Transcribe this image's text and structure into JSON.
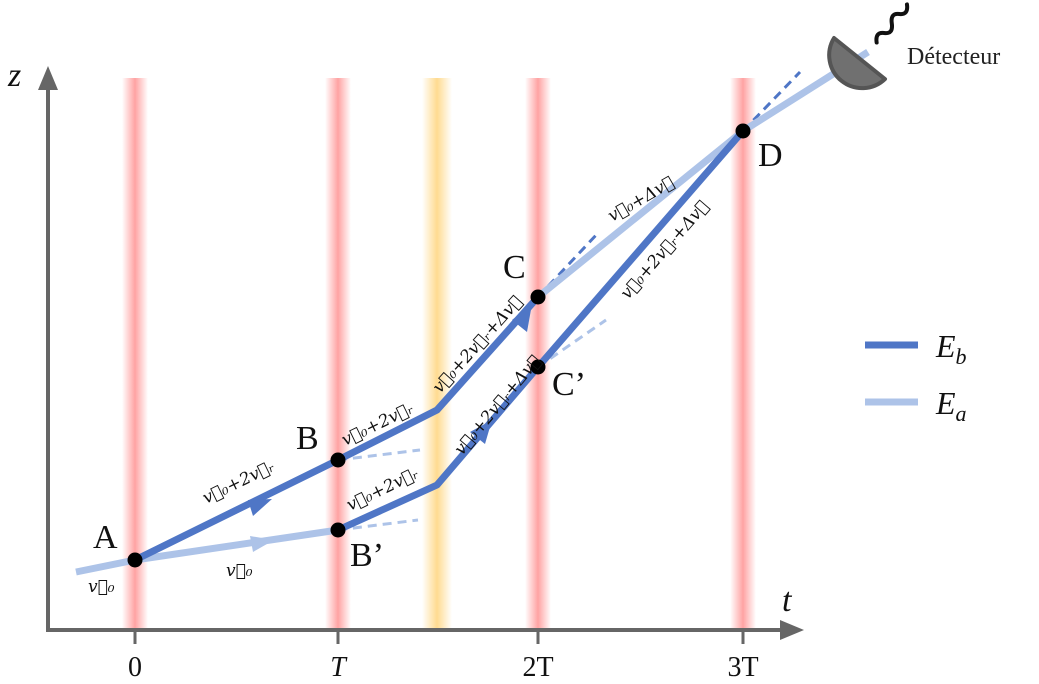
{
  "axes": {
    "y_name": "z",
    "x_name": "t",
    "ticks": [
      "0",
      "T",
      "2T",
      "3T"
    ]
  },
  "points": {
    "A": "A",
    "B": "B",
    "B_prime": "B’",
    "C": "C",
    "C_prime": "C’",
    "D": "D"
  },
  "velocities": {
    "v0_left": "v⃗₀",
    "v0_lower": "v⃗₀",
    "v0_2vr_AB": "v⃗₀+2v⃗ᵣ",
    "v0_2vr_B": "v⃗₀+2v⃗ᵣ",
    "v0_2vr_Bp": "v⃗₀+2v⃗ᵣ",
    "v0_2vr_dv_upper": "v⃗₀+2v⃗ᵣ+Δv⃗",
    "v0_2vr_dv_lower": "v⃗₀+2v⃗ᵣ+Δv⃗",
    "v0_dv": "v⃗₀+Δv⃗",
    "v0_2vr_dv_right": "v⃗₀+2v⃗ᵣ+Δv⃗"
  },
  "detector": {
    "label": "Détecteur"
  },
  "legend": {
    "items": [
      {
        "label": "E",
        "sub": "b",
        "color": "#4f76c6"
      },
      {
        "label": "E",
        "sub": "a",
        "color": "#adc3e8"
      }
    ]
  },
  "colors": {
    "beam_red": "#ff9e9e",
    "beam_yellow": "#ffd98a",
    "path_b": "#4f76c6",
    "path_a": "#adc3e8",
    "axis": "#666666",
    "detector": "#707070"
  }
}
